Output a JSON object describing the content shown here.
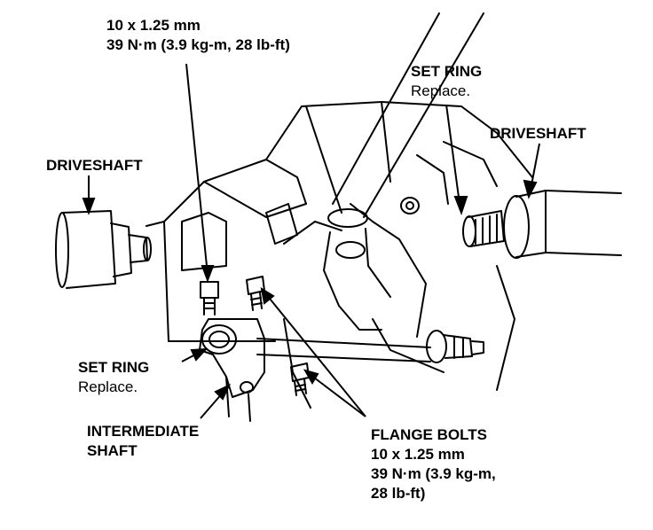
{
  "labels": {
    "top_bolt": {
      "line1": "10 x 1.25 mm",
      "line2": "39 N·m (3.9 kg-m, 28 lb-ft)"
    },
    "set_ring_right": {
      "title": "SET RING",
      "note": "Replace."
    },
    "driveshaft_right": "DRIVESHAFT",
    "driveshaft_left": "DRIVESHAFT",
    "set_ring_left": {
      "title": "SET RING",
      "note": "Replace."
    },
    "intermediate_shaft": {
      "line1": "INTERMEDIATE",
      "line2": "SHAFT"
    },
    "flange_bolts": {
      "title": "FLANGE BOLTS",
      "line2": "10 x 1.25 mm",
      "line3": "39 N·m (3.9 kg-m,",
      "line4": "28 lb-ft)"
    }
  },
  "colors": {
    "ink": "#000000",
    "paper": "#ffffff"
  }
}
